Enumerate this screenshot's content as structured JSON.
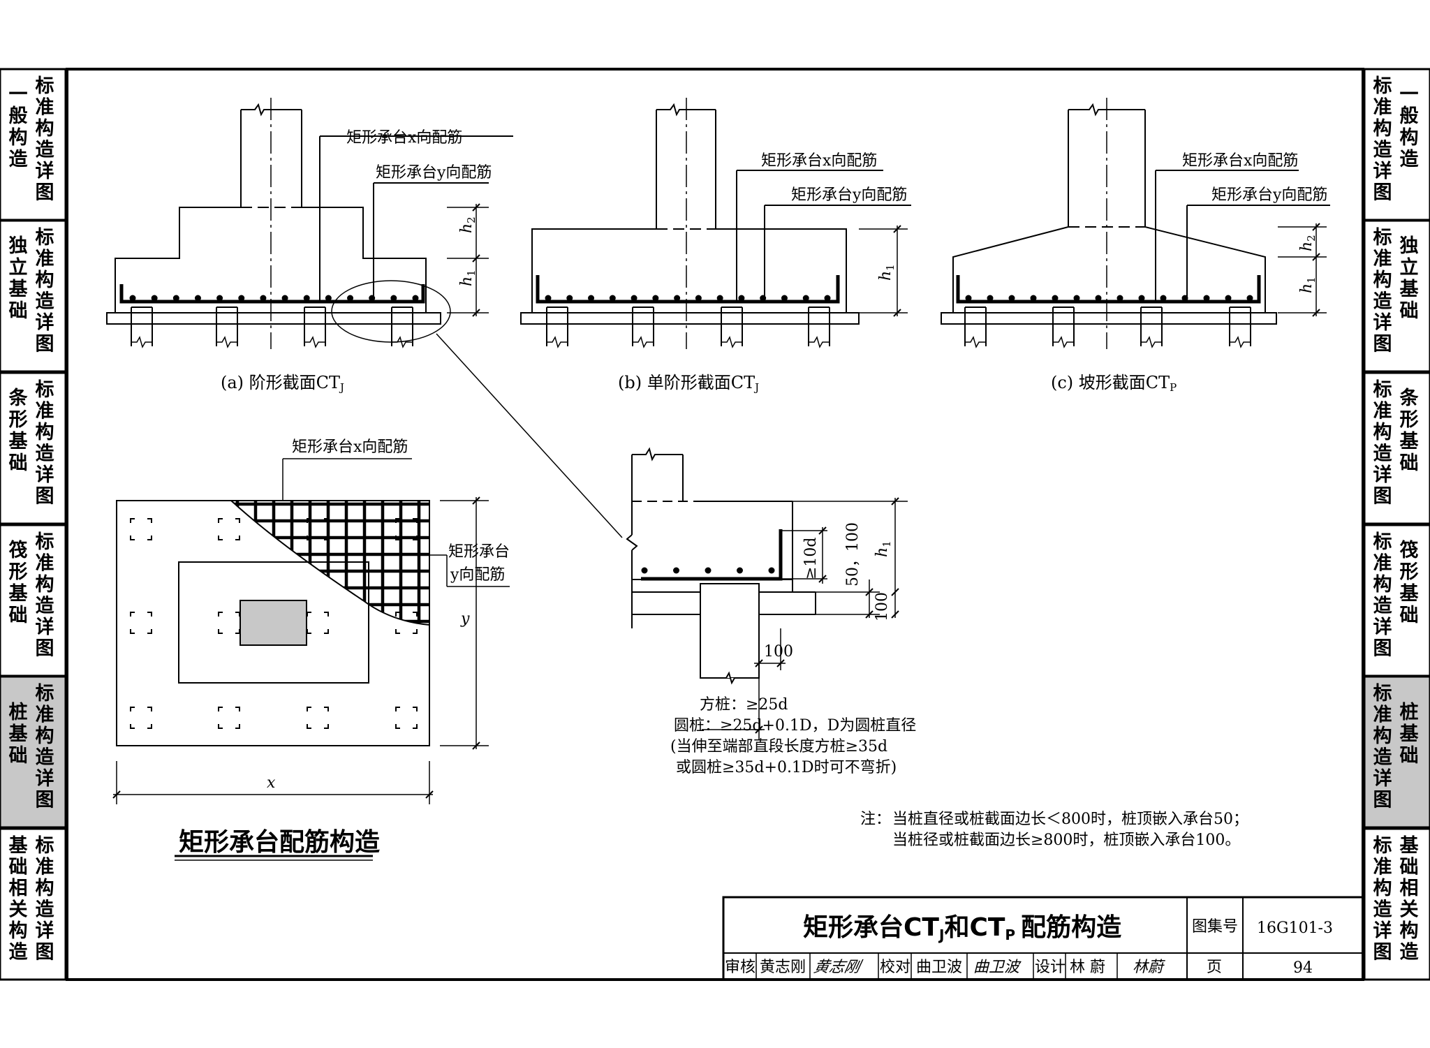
{
  "side_tabs": [
    {
      "standard": "标准构造详图",
      "topic": "一般构造",
      "active": false
    },
    {
      "standard": "标准构造详图",
      "topic": "独立基础",
      "active": false
    },
    {
      "standard": "标准构造详图",
      "topic": "条形基础",
      "active": false
    },
    {
      "standard": "标准构造详图",
      "topic": "筏形基础",
      "active": false
    },
    {
      "standard": "标准构造详图",
      "topic": "桩基础",
      "active": true
    },
    {
      "standard": "标准构造详图",
      "topic": "基础相关构造",
      "active": false
    }
  ],
  "sections": {
    "a": {
      "caption": "(a) 阶形截面CT",
      "sub": "J",
      "x_bar": "矩形承台x向配筋",
      "y_bar": "矩形承台y向配筋"
    },
    "b": {
      "caption": "(b) 单阶形截面CT",
      "sub": "J",
      "x_bar": "矩形承台x向配筋",
      "y_bar": "矩形承台y向配筋"
    },
    "c": {
      "caption": "(c) 坡形截面CT",
      "sub": "P",
      "x_bar": "矩形承台x向配筋",
      "y_bar": "矩形承台y向配筋"
    }
  },
  "dims": {
    "h": "h",
    "sub1": "1",
    "sub2": "2",
    "ten_d": "≥10d",
    "fifty_hundred": "50，100",
    "hundred": "100"
  },
  "plan": {
    "x_bar": "矩形承台x向配筋",
    "y_bar_1": "矩形承台",
    "y_bar_2": "y向配筋",
    "x_axis": "x",
    "y_axis": "y",
    "title": "矩形承台配筋构造"
  },
  "detail_notes": [
    "方桩：≥25d",
    "圆桩：≥25d+0.1D，D为圆桩直径",
    "(当伸至端部直段长度方桩≥35d",
    "或圆桩≥35d+0.1D时可不弯折)"
  ],
  "note_label": "注：",
  "notes": [
    "当桩直径或桩截面边长＜800时，桩顶嵌入承台50；",
    "当桩径或桩截面边长≥800时，桩顶嵌入承台100。"
  ],
  "title_block": {
    "title_a": "矩形承台CT",
    "sub_a": "J",
    "title_mid": "和CT",
    "sub_b": "P",
    "title_b": "配筋构造",
    "atlas_label": "图集号",
    "atlas_no": "16G101-3",
    "review_label": "审核",
    "reviewer": "黄志刚",
    "reviewer_signature": "黄志刚",
    "check_label": "校对",
    "checker": "曲卫波",
    "checker_signature": "曲卫波",
    "design_label": "设计",
    "designer": "林  蔚",
    "designer_signature": "林蔚",
    "page_label": "页",
    "page_no": "94"
  }
}
